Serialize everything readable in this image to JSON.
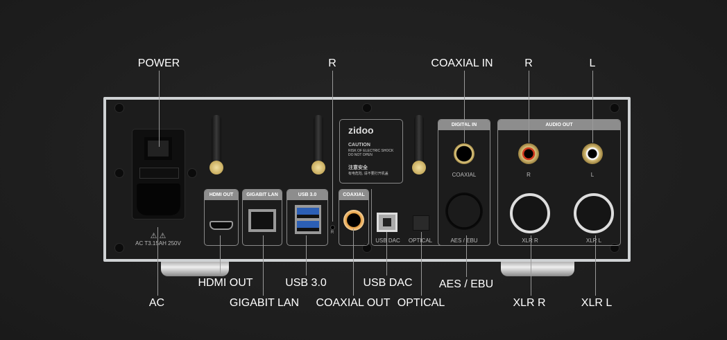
{
  "callouts_top": {
    "power": "POWER",
    "r_reset": "R",
    "coaxial_in": "COAXIAL IN",
    "audio_r": "R",
    "audio_l": "L"
  },
  "callouts_bottom": {
    "hdmi_out": "HDMI OUT",
    "usb3": "USB 3.0",
    "usb_dac": "USB DAC",
    "aes_ebu": "AES / EBU",
    "ac": "AC",
    "gigabit_lan": "GIGABIT LAN",
    "coaxial_out": "COAXIAL OUT",
    "optical": "OPTICAL",
    "xlr_r": "XLR R",
    "xlr_l": "XLR L"
  },
  "panel": {
    "ac_rating": "AC   T3.15AH 250V",
    "brand": "zidoo",
    "caution_title": "CAUTION",
    "caution_line1": "RISK OF ELECTRIC SHOCK",
    "caution_line2": "DO NOT OPEN",
    "caution_cn_title": "注意安全",
    "caution_cn_line": "有电危险, 请不要打开机盖",
    "hdmi_header": "HDMI OUT",
    "lan_header": "GIGABIT LAN",
    "usb_header": "USB 3.0",
    "coax_header": "COAXIAL",
    "digital_in_header": "DIGITAL IN",
    "audio_out_header": "AUDIO OUT",
    "coax_in_label": "COAXIAL",
    "usb_dac_label": "USB DAC",
    "optical_label": "OPTICAL",
    "aes_label": "AES / EBU",
    "rca_r": "R",
    "rca_l": "L",
    "xlr_r": "XLR R",
    "xlr_l": "XLR L",
    "reset": "R"
  }
}
